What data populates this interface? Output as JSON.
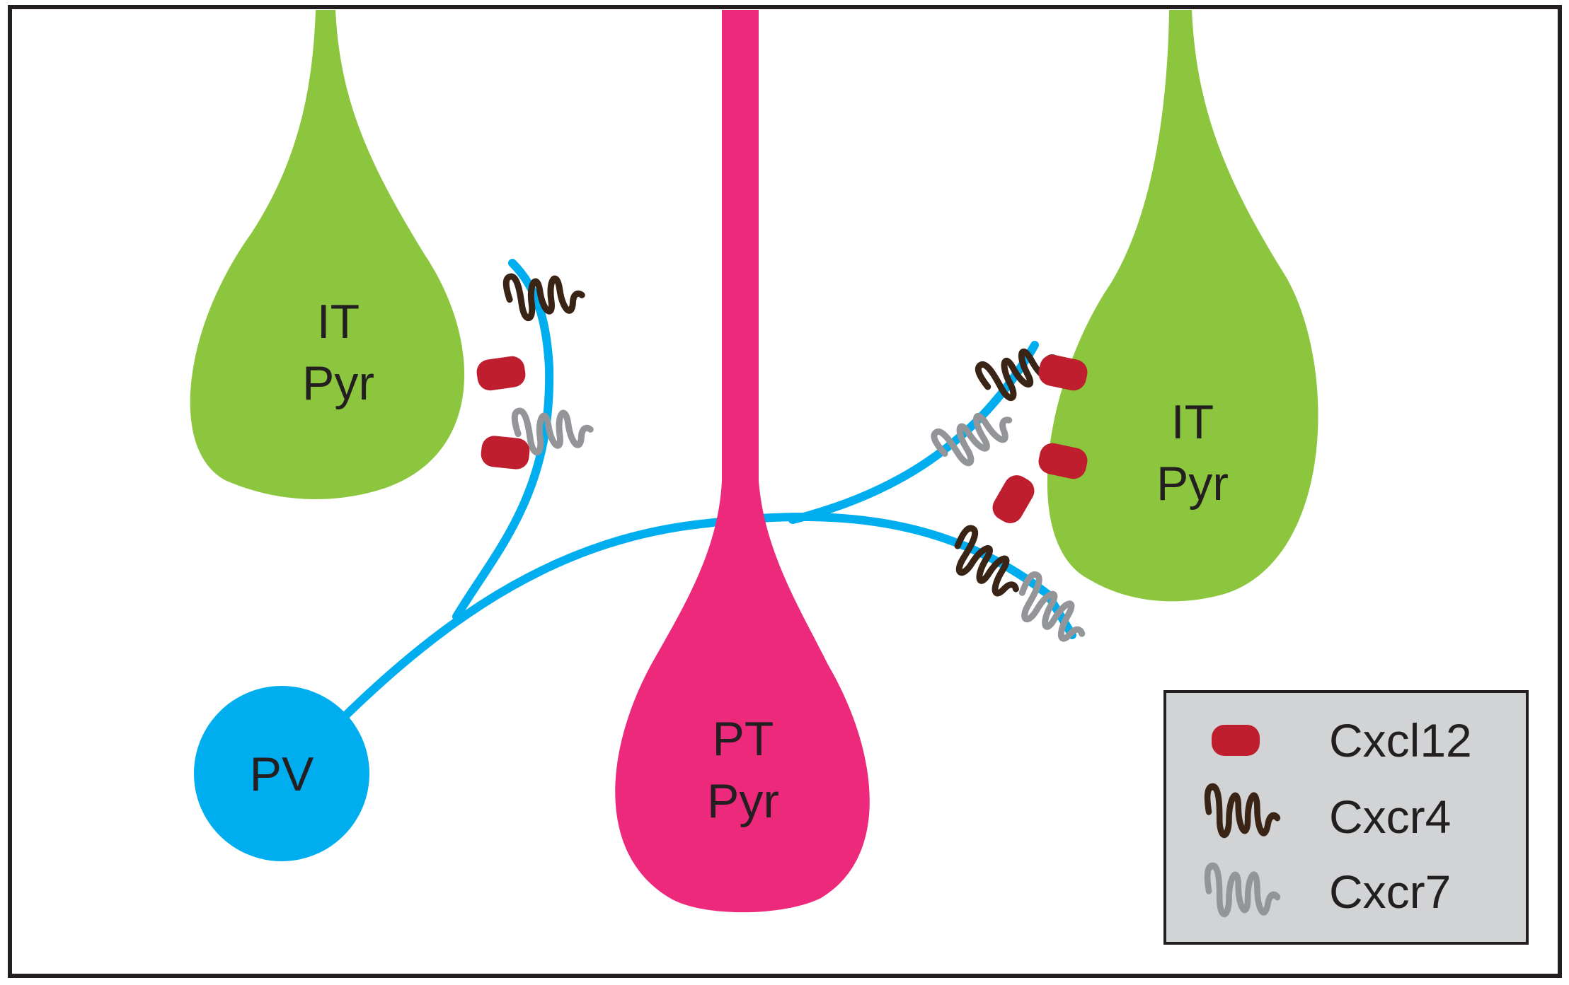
{
  "cells": {
    "it_left": {
      "line1": "IT",
      "line2": "Pyr"
    },
    "it_right": {
      "line1": "IT",
      "line2": "Pyr"
    },
    "pt": {
      "line1": "PT",
      "line2": "Pyr"
    },
    "pv": {
      "label": "PV"
    }
  },
  "legend": {
    "items": [
      {
        "key": "cxcl12",
        "label": "Cxcl12",
        "icon": "cxcl12-icon"
      },
      {
        "key": "cxcr4",
        "label": "Cxcr4",
        "icon": "cxcr4-icon"
      },
      {
        "key": "cxcr7",
        "label": "Cxcr7",
        "icon": "cxcr7-icon"
      }
    ]
  },
  "colors": {
    "it_pyr": "#8cc63f",
    "pt_pyr": "#ec297b",
    "pv": "#00aeef",
    "cxcl12": "#be1e2d",
    "cxcr4": "#3a2416",
    "cxcr7": "#939598",
    "legend_bg": "#d1d3d4",
    "frame": "#231f20"
  }
}
